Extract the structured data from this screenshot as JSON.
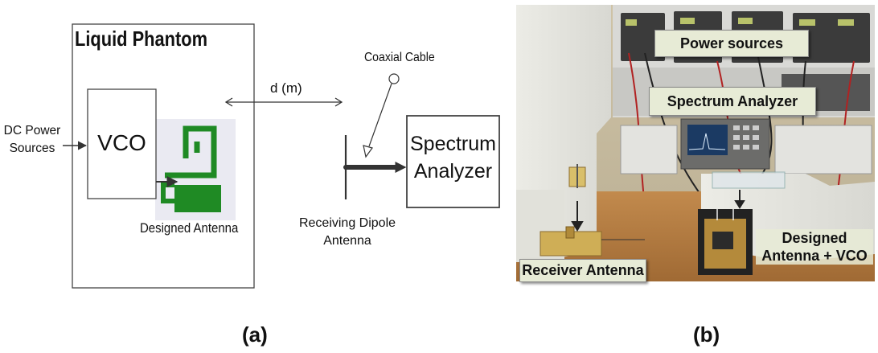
{
  "panel_a": {
    "label": "(a)",
    "phantom_title": "Liquid Phantom",
    "vco": "VCO",
    "dc_power_line1": "DC Power",
    "dc_power_line2": "Sources",
    "designed_antenna": "Designed Antenna",
    "distance": "d (m)",
    "coaxial_cable": "Coaxial Cable",
    "receiving_line1": "Receiving Dipole",
    "receiving_line2": "Antenna",
    "spectrum_line1": "Spectrum",
    "spectrum_line2": "Analyzer"
  },
  "panel_b": {
    "label": "(b)",
    "power_sources": "Power sources",
    "spectrum_analyzer": "Spectrum Analyzer",
    "receiver_antenna": "Receiver Antenna",
    "designed_line1": "Designed",
    "designed_line2": "Antenna + VCO"
  },
  "colors": {
    "antenna_green": "#1f8a24",
    "label_bg": "#e7ebd6"
  }
}
